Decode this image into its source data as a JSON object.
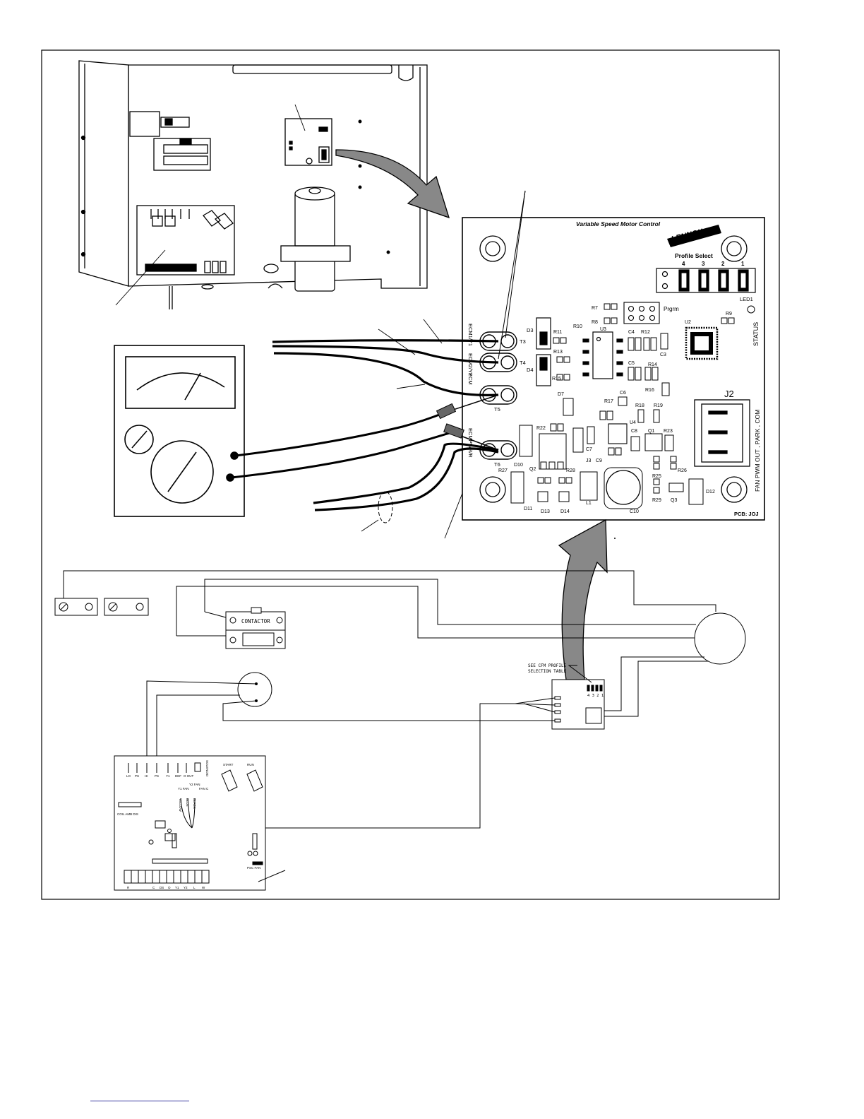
{
  "board": {
    "title": "Variable Speed Motor Control",
    "logo": "LENNOX",
    "profile_select_label": "Profile Select",
    "profile_numbers": [
      "4",
      "3",
      "2",
      "1"
    ],
    "led_label": "LED1",
    "status_label": "STATUS",
    "prgrm_label": "Prgrm",
    "j2_label": "J2",
    "j2_pins_label": "FAN PWM OUT , PARK , COM",
    "pcb_label": "PCB: JOJ",
    "terminals": [
      "T3",
      "T4",
      "T5",
      "T6"
    ],
    "terminal_side_labels": [
      "ECM1/Y1",
      "ECM2/Y2",
      "ECM",
      "ECMPWR/R"
    ],
    "components": {
      "r7": "R7",
      "r8": "R8",
      "r9": "R9",
      "r10": "R10",
      "r11": "R11",
      "r12": "R12",
      "r13": "R13",
      "r14": "R14",
      "r15": "R15",
      "r16": "R16",
      "r17": "R17",
      "r18": "R18",
      "r19": "R19",
      "r22": "R22",
      "r23": "R23",
      "r25": "R25",
      "r26": "R26",
      "r27": "R27",
      "r28": "R28",
      "r29": "R29",
      "c3": "C3",
      "c4": "C4",
      "c5": "C5",
      "c6": "C6",
      "c7": "C7",
      "c8": "C8",
      "c9": "C9",
      "c10": "C10",
      "d3": "D3",
      "d4": "D4",
      "d7": "D7",
      "d10": "D10",
      "d11": "D11",
      "d12": "D12",
      "d13": "D13",
      "d14": "D14",
      "u2": "U2",
      "u3": "U3",
      "u4": "U4",
      "q1": "Q1",
      "q2": "Q2",
      "q3": "Q3",
      "j3": "J3",
      "l1": "L1"
    }
  },
  "wiring": {
    "contactor_label": "CONTACTOR",
    "cfm_note_line1": "SEE CFM PROFILE",
    "cfm_note_line2": "SELECTION TABLE",
    "small_board_pins": "4 3 2 1"
  },
  "control_board": {
    "top_labels": [
      "LO",
      "PS",
      "HI",
      "PS",
      "Y1",
      "DEF",
      "O OUT",
      "SOLENOID",
      "START",
      "RUN"
    ],
    "fan_labels": [
      "Y1 FAN",
      "Y2 FAN",
      "FAN C"
    ],
    "wire_colors": [
      "YELLOW",
      "BLUE",
      "BLACK"
    ],
    "coil_label": "COIL AMB DIS",
    "psc_label": "PSC FAN",
    "bottom_labels": [
      "R",
      "C",
      "DS",
      "O",
      "Y1",
      "Y2",
      "L",
      "W"
    ]
  }
}
